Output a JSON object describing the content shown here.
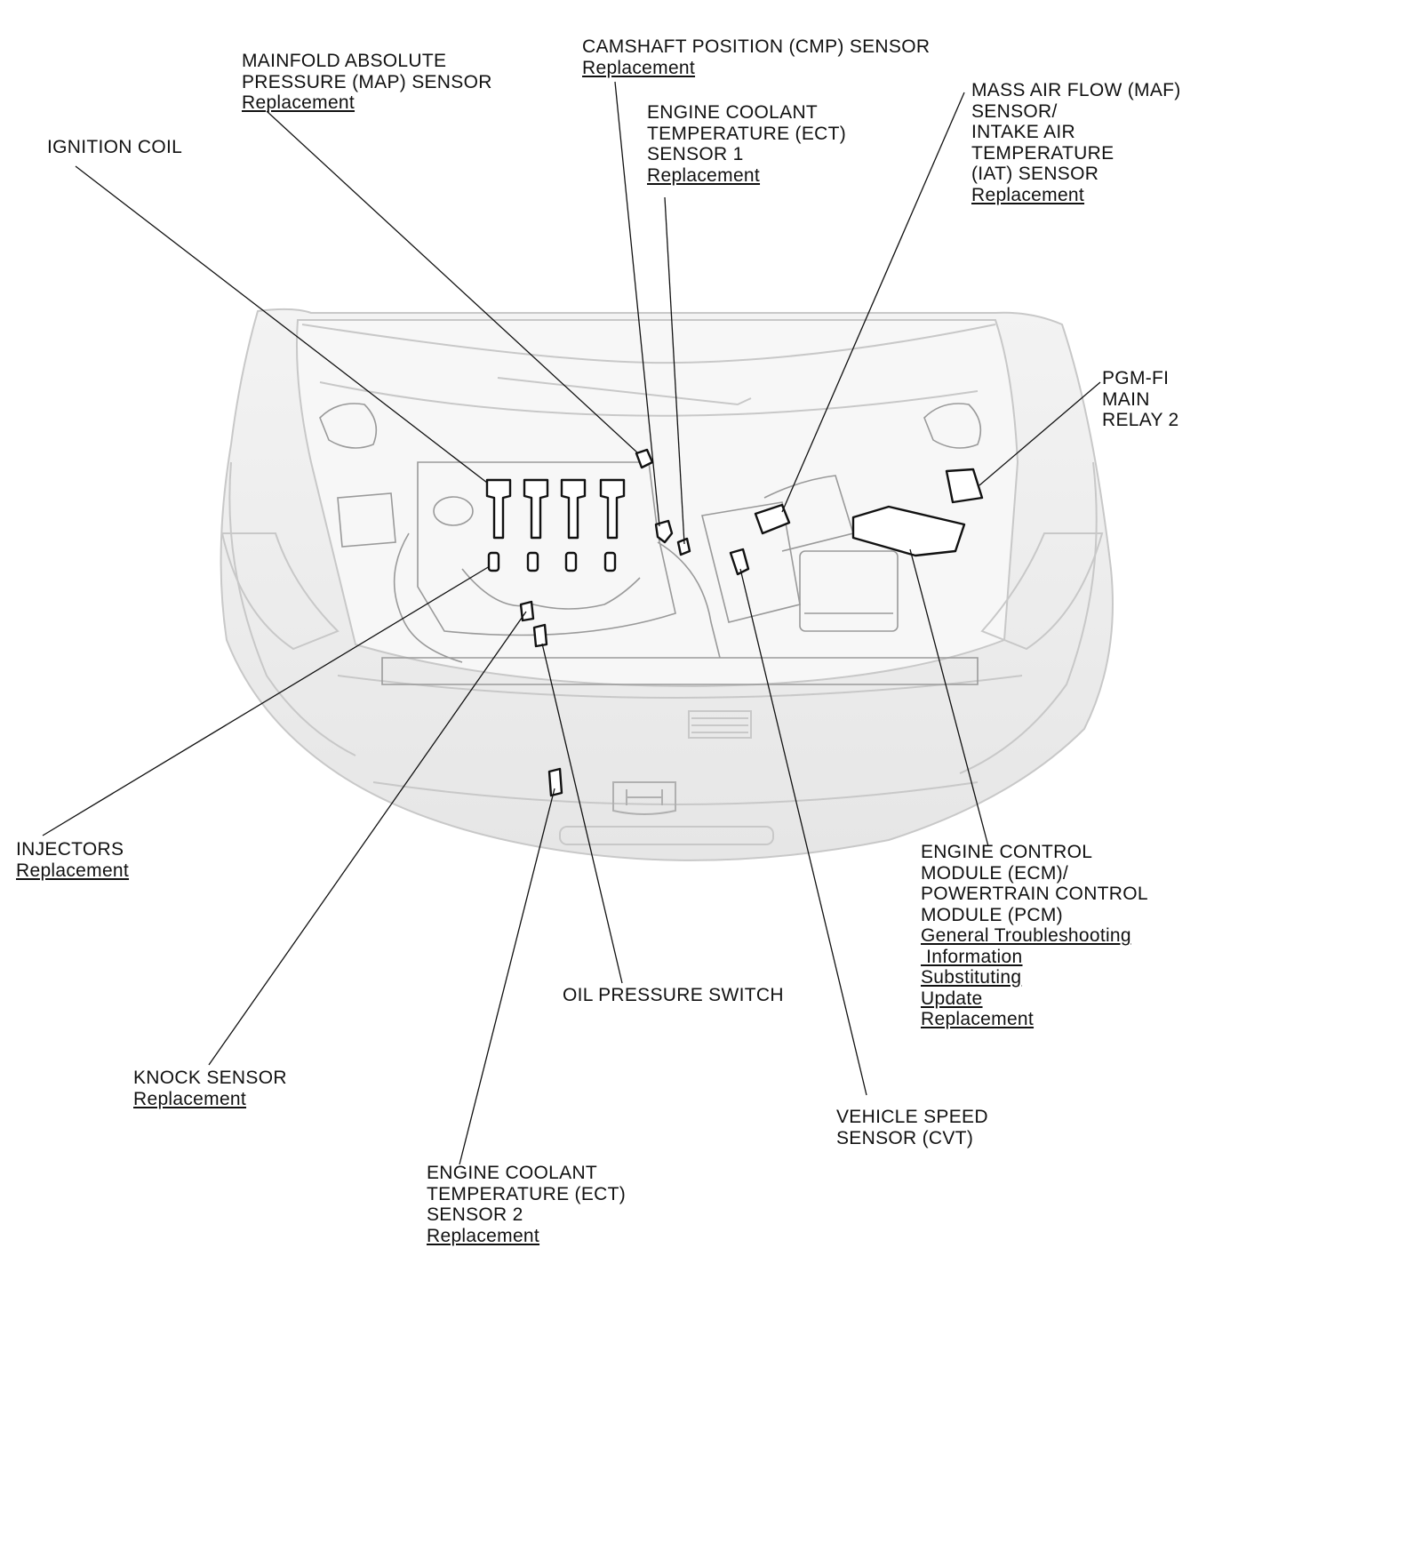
{
  "callouts": {
    "map_sensor": {
      "lines": [
        "MAINFOLD ABSOLUTE",
        "PRESSURE (MAP) SENSOR"
      ],
      "links": [
        "Replacement"
      ]
    },
    "cmp_sensor": {
      "lines": [
        "CAMSHAFT POSITION (CMP) SENSOR"
      ],
      "links": [
        "Replacement"
      ]
    },
    "ect_sensor_1": {
      "lines": [
        "ENGINE COOLANT",
        "TEMPERATURE (ECT)",
        "SENSOR 1"
      ],
      "links": [
        "Replacement"
      ]
    },
    "maf_iat_sensor": {
      "lines": [
        "MASS AIR FLOW (MAF)",
        "SENSOR/",
        "INTAKE AIR",
        "TEMPERATURE",
        "(IAT) SENSOR"
      ],
      "links": [
        "Replacement"
      ]
    },
    "ignition_coil": {
      "lines": [
        "IGNITION COIL"
      ],
      "links": []
    },
    "pgm_fi_relay": {
      "lines": [
        "PGM-FI",
        "MAIN",
        "RELAY 2"
      ],
      "links": []
    },
    "injectors": {
      "lines": [
        "INJECTORS"
      ],
      "links": [
        "Replacement"
      ]
    },
    "ecm_pcm": {
      "lines": [
        "ENGINE CONTROL",
        "MODULE (ECM)/",
        "POWERTRAIN CONTROL",
        "MODULE (PCM)"
      ],
      "links": [
        "General Troubleshooting",
        " Information",
        "Substituting",
        "Update",
        "Replacement"
      ]
    },
    "oil_pressure_switch": {
      "lines": [
        "OIL PRESSURE SWITCH"
      ],
      "links": []
    },
    "knock_sensor": {
      "lines": [
        "KNOCK SENSOR"
      ],
      "links": [
        "Replacement"
      ]
    },
    "vehicle_speed_sensor": {
      "lines": [
        "VEHICLE SPEED",
        "SENSOR (CVT)"
      ],
      "links": []
    },
    "ect_sensor_2": {
      "lines": [
        "ENGINE COOLANT",
        "TEMPERATURE (ECT)",
        "SENSOR 2"
      ],
      "links": [
        "Replacement"
      ]
    }
  }
}
